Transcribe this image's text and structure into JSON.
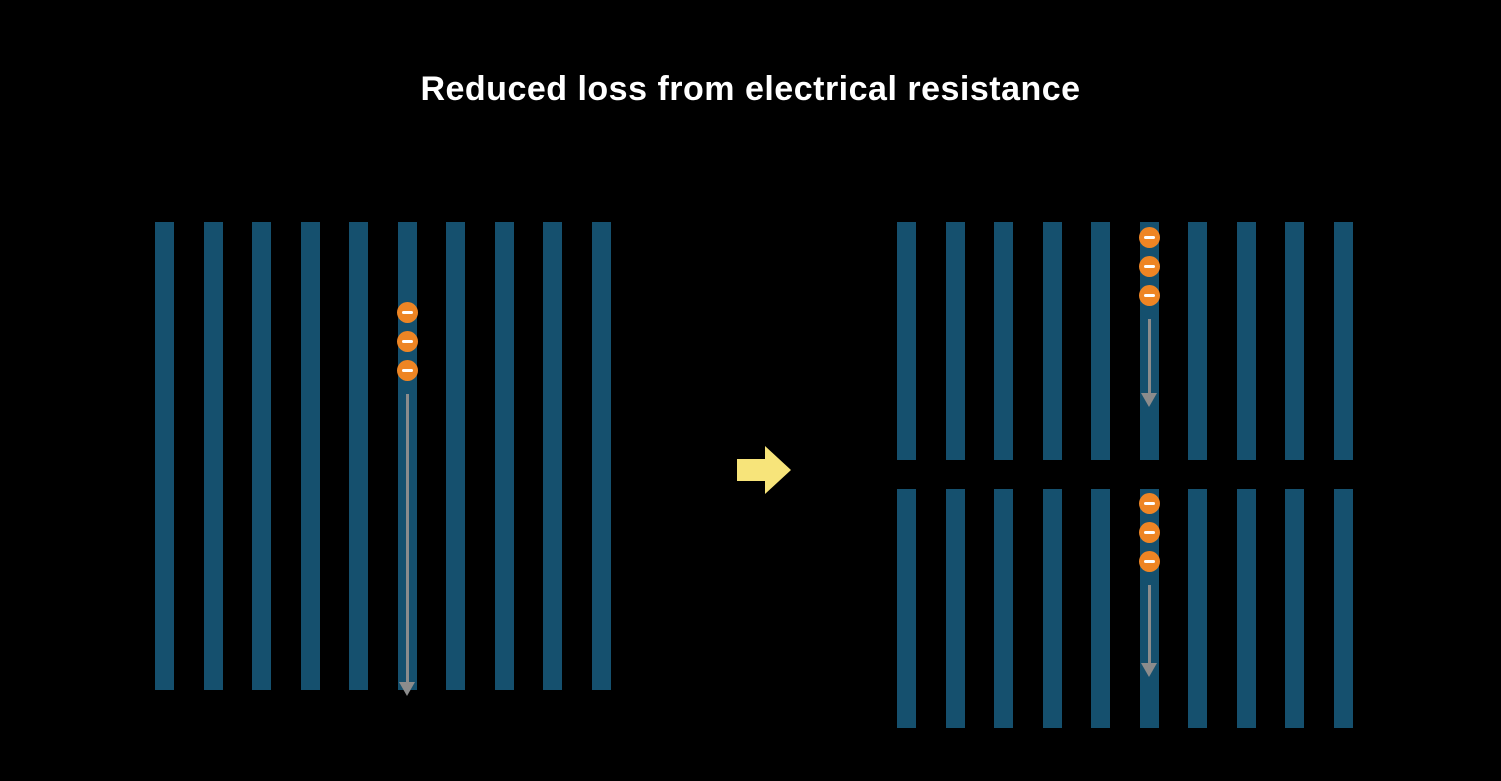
{
  "title": "Reduced loss from electrical resistance",
  "colors": {
    "background": "#000000",
    "bar": "#15506e",
    "electron": "#ee8524",
    "electron_minus": "#ffffff",
    "flow_arrow": "#8c8c8c",
    "transition_arrow": "#f7e47a",
    "title": "#ffffff"
  },
  "icons": {
    "electron": "minus-circle",
    "flow": "down-arrow",
    "transition": "right-arrow"
  },
  "left_panel": {
    "bar_count": 10,
    "electron_count": 3
  },
  "right_panel": {
    "groups": 2,
    "bar_count_per_group": 10,
    "electron_count_per_group": 3
  }
}
